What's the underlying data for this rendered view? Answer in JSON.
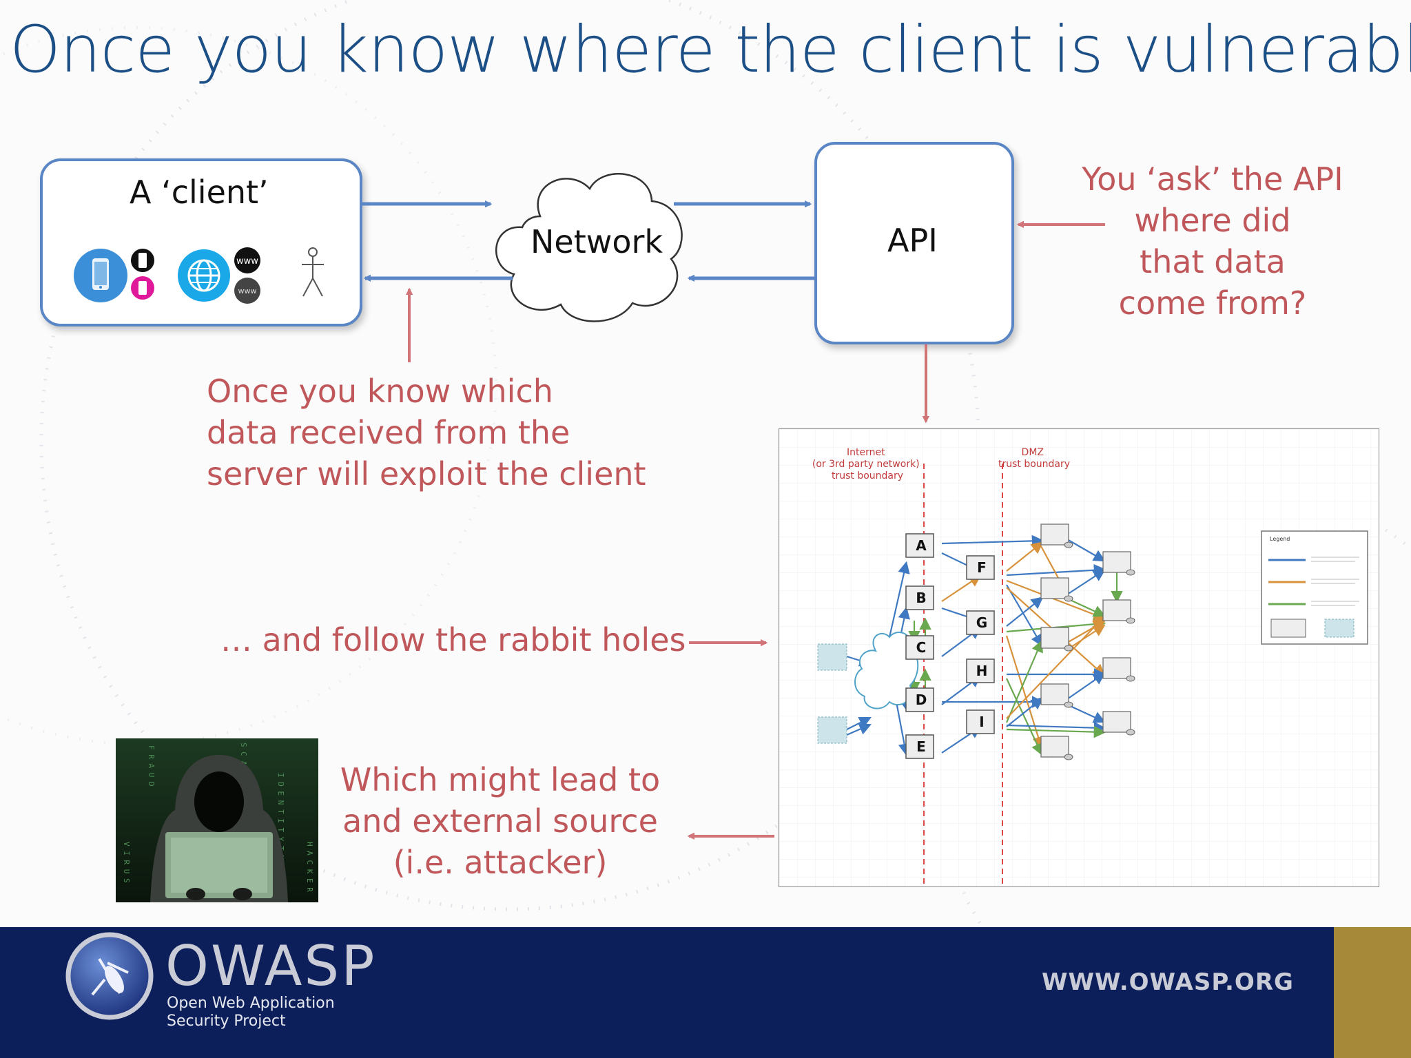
{
  "title": "Once you know where the client is vulnerable",
  "client_box": {
    "label": "A ‘client’"
  },
  "network": {
    "label": "Network"
  },
  "api_box": {
    "label": "API"
  },
  "notes": {
    "ask_api": "You ‘ask’ the API\nwhere did\nthat data\ncome from?",
    "once_you_know": "Once you know which\ndata received from the\nserver will exploit the client",
    "rabbit_holes": "… and follow the rabbit holes",
    "might_lead": "Which might lead to\nand external source\n(i.e. attacker)"
  },
  "hacker_image": {
    "words": [
      "FRAUD",
      "SCAM",
      "IDENTITYTHEFT",
      "VIRUS",
      "HACKER"
    ]
  },
  "dfd": {
    "zones": {
      "internet": "Internet\n(or 3rd party network)\ntrust boundary",
      "dmz": "DMZ\ntrust boundary"
    },
    "nodes": [
      "A",
      "B",
      "C",
      "D",
      "E",
      "F",
      "G",
      "H",
      "I"
    ],
    "legend_title": "Legend"
  },
  "footer": {
    "brand": "OWASP",
    "subtitle": "Open Web Application\nSecurity Project",
    "url": "WWW.OWASP.ORG"
  },
  "colors": {
    "title": "#1c4f86",
    "note": "#c0575a",
    "arrow_blue": "#5b86c6",
    "footer": "#0d1f5a",
    "gold": "#a7893a"
  }
}
